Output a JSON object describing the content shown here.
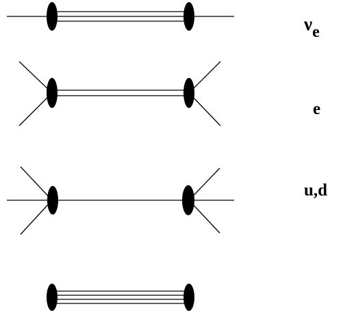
{
  "colors": {
    "ink": "#000000",
    "background": "#ffffff"
  },
  "rows": [
    {
      "label": "ν",
      "label_subscript": "e",
      "external_lines": "straight",
      "internal_lines": 3
    },
    {
      "label": "e",
      "label_subscript": "",
      "external_lines": "crossed",
      "internal_lines": 2
    },
    {
      "label": "u,d",
      "label_subscript": "",
      "external_lines": "crossed",
      "internal_lines": 1
    },
    {
      "label": "",
      "label_subscript": "",
      "external_lines": "none",
      "internal_lines": 4
    }
  ]
}
